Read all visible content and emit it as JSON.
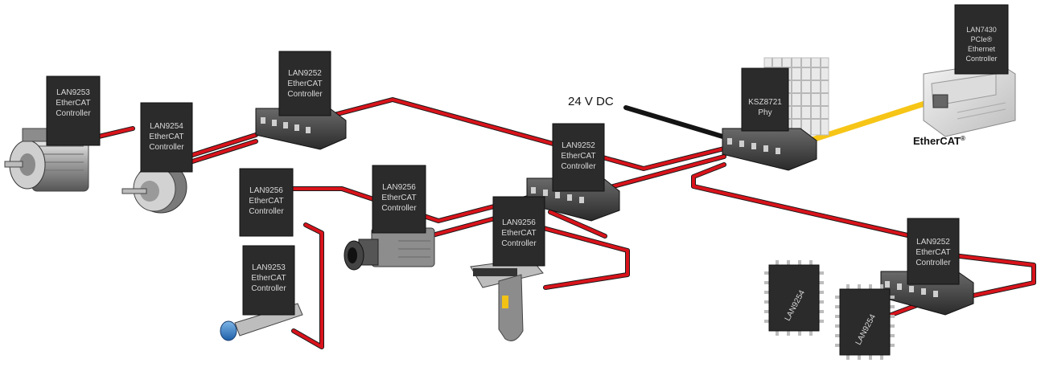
{
  "chips": {
    "c1": [
      "LAN9253",
      "EtherCAT",
      "Controller"
    ],
    "c2": [
      "LAN9254",
      "EtherCAT",
      "Controller"
    ],
    "c3": [
      "LAN9252",
      "EtherCAT",
      "Controller"
    ],
    "c4": [
      "LAN9252",
      "EtherCAT",
      "Controller"
    ],
    "c5": [
      "LAN9256",
      "EtherCAT",
      "Controller"
    ],
    "c6": [
      "LAN9256",
      "EtherCAT",
      "Controller"
    ],
    "c7": [
      "LAN9256",
      "EtherCAT",
      "Controller"
    ],
    "c8": [
      "LAN9253",
      "EtherCAT",
      "Controller"
    ],
    "c9": [
      "KSZ8721",
      "Phy"
    ],
    "c10": [
      "LAN7430",
      "PCIe®",
      "Ethernet",
      "Controller"
    ],
    "c11": [
      "LAN9252",
      "EtherCAT",
      "Controller"
    ],
    "c12": [
      "LAN9254"
    ],
    "c13": [
      "LAN9254"
    ]
  },
  "labels": {
    "power": "24 V DC",
    "ethercat": "EtherCAT",
    "ethercat_mark": "®"
  },
  "colors": {
    "cable_red": "#d9131b",
    "cable_black": "#141414",
    "cable_yellow": "#f6c516",
    "chip": "#2b2b2b"
  }
}
